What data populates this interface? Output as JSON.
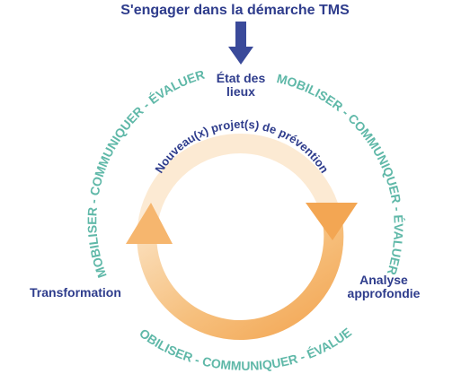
{
  "header": {
    "title": "S'engager dans la démarche TMS"
  },
  "steps": {
    "etat": [
      "État des",
      "lieux"
    ],
    "analyse": [
      "Analyse",
      "approfondie"
    ],
    "transformation": "Transformation"
  },
  "cycle_label": "Nouveau(x) projet(s) de prévention",
  "arcs": {
    "left": "MOBILISER - COMMUNIQUER - ÉVALUER",
    "right": "MOBILISER - COMMUNIQUER - ÉVALUER",
    "bottom": "MOBILISER - COMMUNIQUER - ÉVALUER"
  },
  "colors": {
    "navy": "#2e3c8c",
    "teal": "#5fb8a8",
    "orange": "#f4ab5c",
    "orange_light": "#fbe2c2"
  },
  "icons": {
    "top_arrow": "arrow-down-icon"
  }
}
